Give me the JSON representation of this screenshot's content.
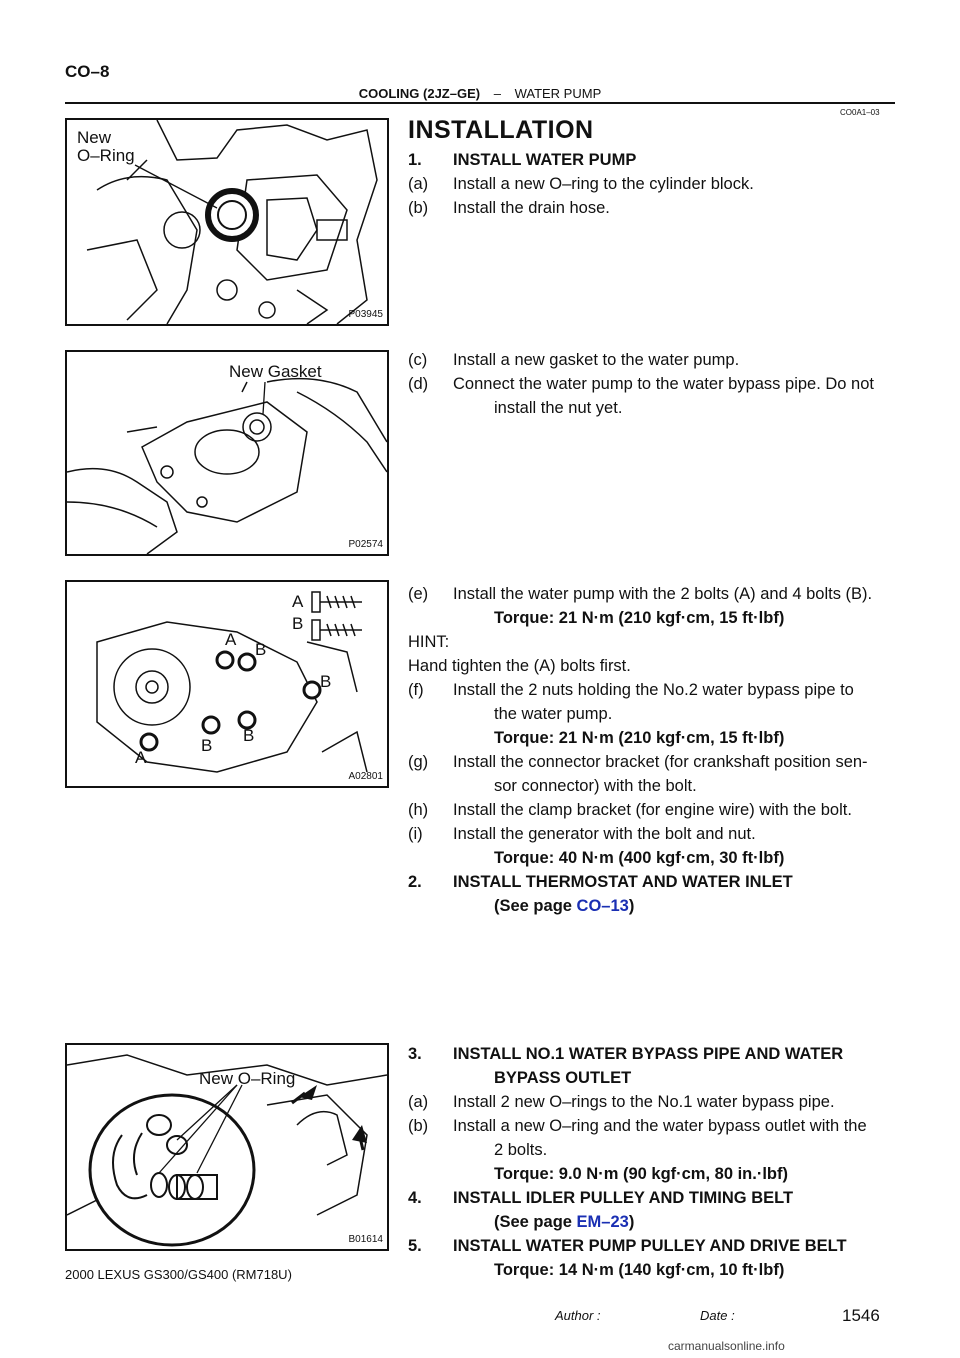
{
  "header": {
    "page_id": "CO–8",
    "section": "COOLING (2JZ–GE)",
    "separator": "–",
    "subsection": "WATER PUMP",
    "code": "CO0A1–03"
  },
  "section_title": "INSTALLATION",
  "figures": {
    "fig1": {
      "labels": [
        "New",
        "O–Ring"
      ],
      "code": "P03945"
    },
    "fig2": {
      "labels": [
        "New Gasket"
      ],
      "code": "P02574"
    },
    "fig3": {
      "labels": [
        "A",
        "B",
        "A",
        "B",
        "B",
        "A",
        "B",
        "B"
      ],
      "code": "A02801"
    },
    "fig4": {
      "labels": [
        "New O–Ring"
      ],
      "code": "B01614"
    }
  },
  "steps": [
    {
      "num": "1.",
      "text": "INSTALL WATER PUMP",
      "bold": true
    },
    {
      "num": "(a)",
      "text": "Install a new O–ring to the cylinder block."
    },
    {
      "num": "(b)",
      "text": "Install the drain hose."
    },
    {
      "num": "(c)",
      "text": "Install a new gasket to the water pump."
    },
    {
      "num": "(d)",
      "text": "Connect the water pump to the water bypass pipe. Do not"
    },
    {
      "num": "",
      "text": "install the nut yet."
    },
    {
      "num": "(e)",
      "text": "Install the water pump with the 2 bolts (A) and 4 bolts (B)."
    },
    {
      "num": "",
      "text": "Torque: 21 N·m (210 kgf·cm, 15 ft·lbf)",
      "bold": true
    },
    {
      "num": "",
      "text": "HINT:"
    },
    {
      "num": "",
      "text": "Hand tighten the (A) bolts first."
    },
    {
      "num": "(f)",
      "text": "Install the 2 nuts holding the No.2 water bypass pipe to"
    },
    {
      "num": "",
      "text": "the water pump."
    },
    {
      "num": "",
      "text": "Torque: 21 N·m (210 kgf·cm, 15 ft·lbf)",
      "bold": true
    },
    {
      "num": "(g)",
      "text": "Install the connector bracket (for crankshaft position sen-"
    },
    {
      "num": "",
      "text": "sor connector) with the bolt."
    },
    {
      "num": "(h)",
      "text": "Install the clamp bracket (for engine wire) with the bolt."
    },
    {
      "num": "(i)",
      "text": "Install the generator with the bolt and nut."
    },
    {
      "num": "",
      "text": "Torque: 40 N·m (400 kgf·cm, 30 ft·lbf)",
      "bold": true
    },
    {
      "num": "2.",
      "text": "INSTALL THERMOSTAT AND WATER INLET",
      "bold": true
    },
    {
      "num": "",
      "text": "(See page ",
      "bold": true,
      "link": "CO–13",
      "after": ")"
    },
    {
      "num": "3.",
      "text": "INSTALL NO.1 WATER BYPASS PIPE AND WATER",
      "bold": true
    },
    {
      "num": "",
      "text": "BYPASS OUTLET",
      "bold": true
    },
    {
      "num": "(a)",
      "text": "Install 2 new O–rings to the No.1 water bypass pipe."
    },
    {
      "num": "(b)",
      "text": "Install a new O–ring and the water bypass outlet with the"
    },
    {
      "num": "",
      "text": "2 bolts."
    },
    {
      "num": "",
      "text": "Torque: 9.0 N·m (90 kgf·cm, 80 in.·lbf)",
      "bold": true
    },
    {
      "num": "4.",
      "text": "INSTALL IDLER PULLEY AND TIMING BELT",
      "bold": true
    },
    {
      "num": "",
      "text": "(See page ",
      "bold": true,
      "link": "EM–23",
      "after": ")"
    },
    {
      "num": "5.",
      "text": "INSTALL WATER PUMP PULLEY AND DRIVE BELT",
      "bold": true
    },
    {
      "num": "",
      "text": "Torque: 14 N·m (140 kgf·cm, 10 ft·lbf)",
      "bold": true
    }
  ],
  "footer": {
    "model": "2000 LEXUS GS300/GS400   (RM718U)",
    "page_number": "1546",
    "author_label": "Author :",
    "date_label": "Date :",
    "watermark": "carmanualsonline.info"
  }
}
